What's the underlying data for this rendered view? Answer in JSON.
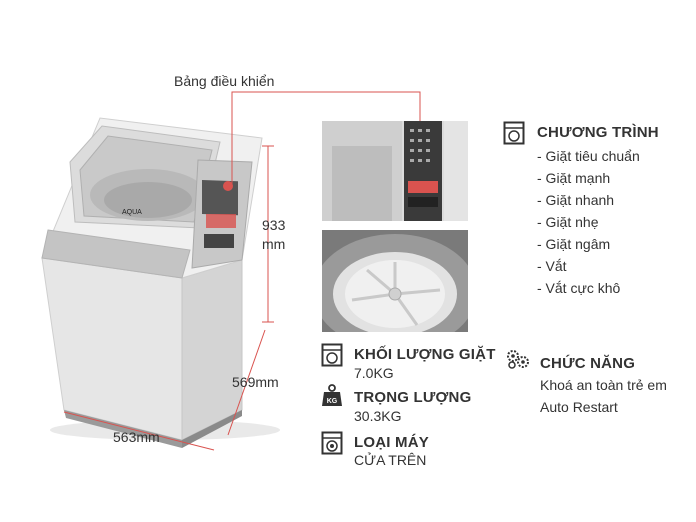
{
  "colors": {
    "leader_line": "#d9534f",
    "text": "#333333",
    "icon": "#333333"
  },
  "control_panel_label": "Bảng điều khiển",
  "dimensions": {
    "height_value": "933",
    "height_unit": "mm",
    "depth": "569mm",
    "width": "563mm"
  },
  "brand_on_machine": "AQUA",
  "specs": [
    {
      "icon": "washer-weight-icon",
      "title": "KHỐI LƯỢNG GIẶT",
      "value": "7.0KG"
    },
    {
      "icon": "kg-weight-icon",
      "title": "TRỌNG LƯỢNG",
      "value": "30.3KG"
    },
    {
      "icon": "washer-type-icon",
      "title": "LOẠI MÁY",
      "value": "CỬA TRÊN"
    }
  ],
  "programs": {
    "icon": "washer-program-icon",
    "title": "CHƯƠNG TRÌNH",
    "items": [
      "- Giặt tiêu chuẩn",
      "- Giặt mạnh",
      "- Giặt nhanh",
      "- Giặt nhẹ",
      "- Giặt ngâm",
      "- Vắt",
      "- Vắt cực khô"
    ]
  },
  "features": {
    "icon": "feature-gears-icon",
    "title": "CHỨC NĂNG",
    "items": [
      "Khoá an toàn trẻ em",
      "Auto Restart"
    ]
  }
}
